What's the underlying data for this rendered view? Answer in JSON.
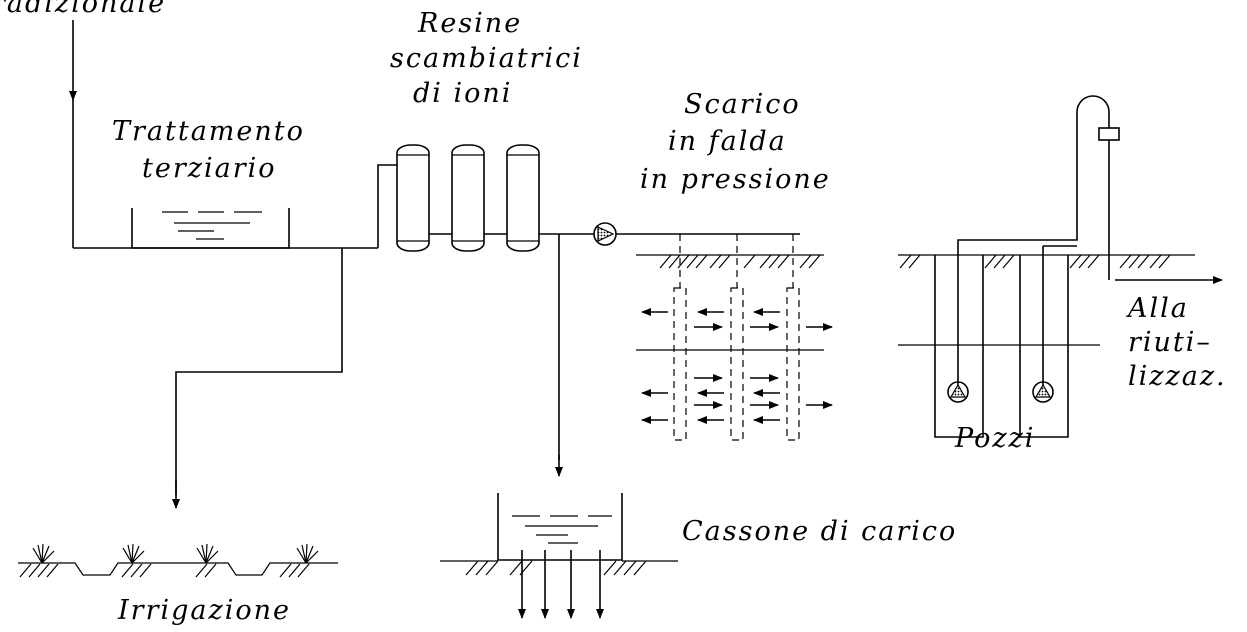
{
  "labels": {
    "tradizionale": "radizionale",
    "trattamento_1": "Trattamento",
    "trattamento_2": "terziario",
    "resine_1": "Resine",
    "resine_2": "scambiatrici",
    "resine_3": "di ioni",
    "scarico_1": "Scarico",
    "scarico_2": "in falda",
    "scarico_3": "in pressione",
    "alla_1": "Alla",
    "alla_2": "riuti–",
    "alla_3": "lizzaz.",
    "pozzi": "Pozzi",
    "cassone": "Cassone di carico",
    "irrigazione": "Irrigazione"
  }
}
